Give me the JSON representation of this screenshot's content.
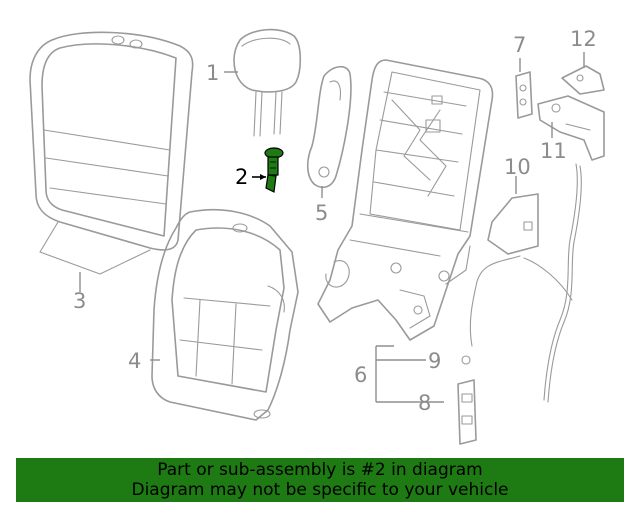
{
  "callouts": [
    {
      "id": "1",
      "label": "1",
      "highlight": false
    },
    {
      "id": "2",
      "label": "2",
      "highlight": true
    },
    {
      "id": "3",
      "label": "3",
      "highlight": false
    },
    {
      "id": "4",
      "label": "4",
      "highlight": false
    },
    {
      "id": "5",
      "label": "5",
      "highlight": false
    },
    {
      "id": "6",
      "label": "6",
      "highlight": false
    },
    {
      "id": "7",
      "label": "7",
      "highlight": false
    },
    {
      "id": "8",
      "label": "8",
      "highlight": false
    },
    {
      "id": "9",
      "label": "9",
      "highlight": false
    },
    {
      "id": "10",
      "label": "10",
      "highlight": false
    },
    {
      "id": "11",
      "label": "11",
      "highlight": false
    },
    {
      "id": "12",
      "label": "12",
      "highlight": false
    }
  ],
  "colors": {
    "line_art": "#9a9a9a",
    "highlight_part": "#1e7a12",
    "banner_background": "#1e7a12",
    "banner_text": "#000000"
  },
  "banner": {
    "line1": "Part or sub-assembly is #2 in diagram",
    "line2": "Diagram may not be specific to your vehicle"
  }
}
